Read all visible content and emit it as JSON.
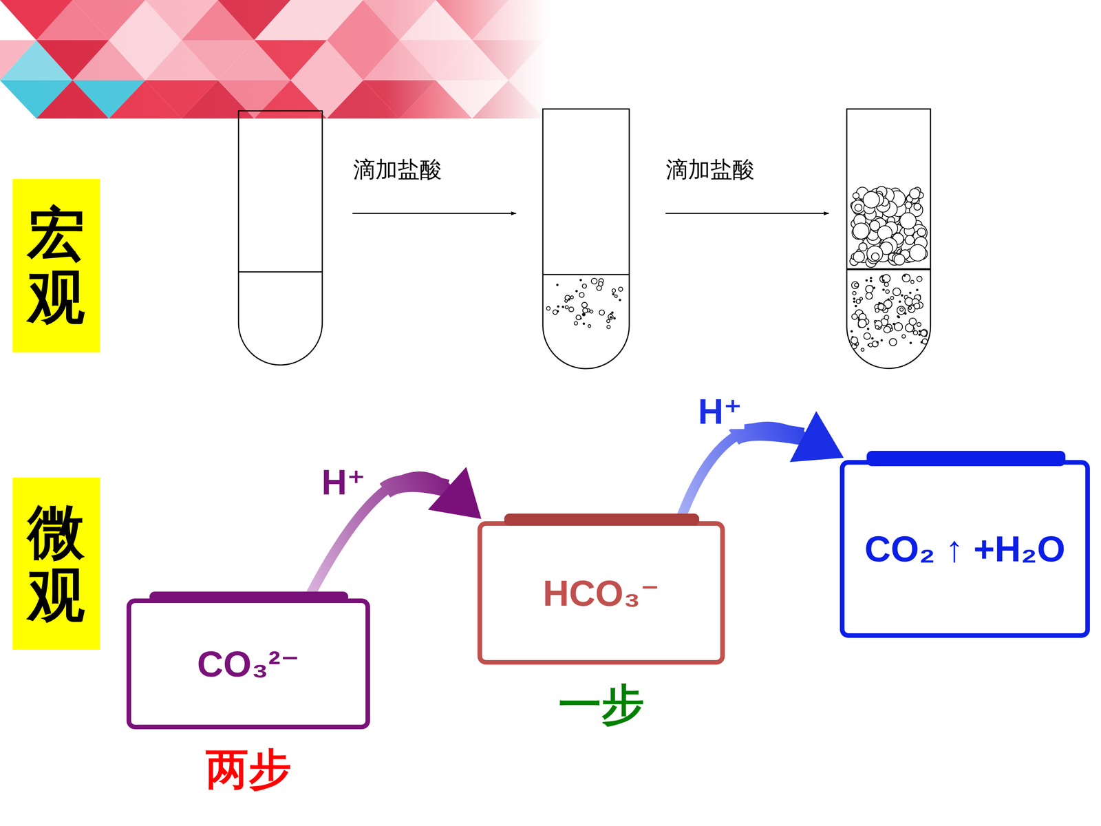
{
  "diagram": {
    "nodes": [
      {
        "text": [
          "宏观"
        ]
      },
      {
        "text": [
          "微观"
        ]
      },
      {
        "text": [
          "CO₃²⁻"
        ]
      },
      {
        "text": [
          "HCO₃⁻"
        ]
      },
      {
        "text": [
          "CO₂ ↑ +H₂O"
        ]
      }
    ],
    "edges": [
      {
        "from": 2,
        "to": 3,
        "arrow": "to",
        "label": "H⁺"
      },
      {
        "from": 3,
        "to": 4,
        "arrow": "to",
        "label": "H⁺"
      }
    ],
    "labels": [
      "滴加盐酸",
      "滴加盐酸",
      "两步",
      "一步"
    ]
  }
}
